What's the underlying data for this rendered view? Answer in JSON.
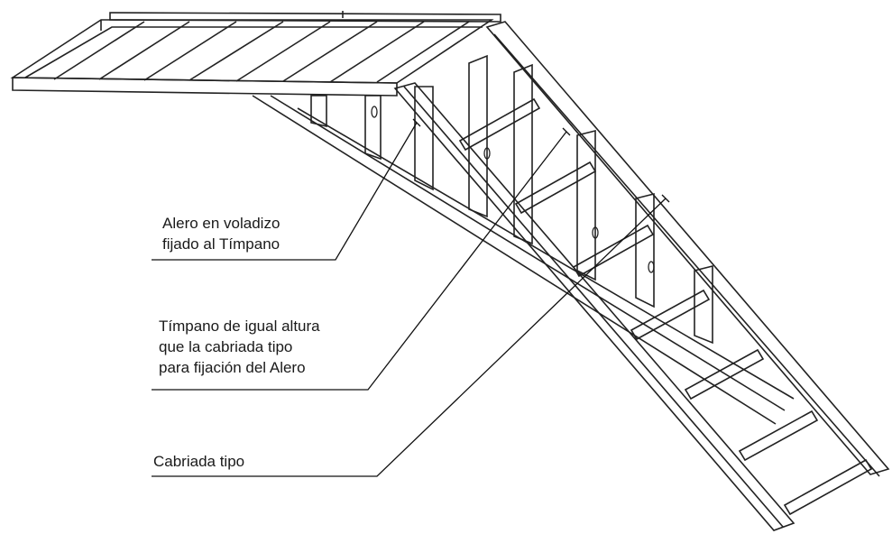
{
  "labels": {
    "alero": [
      "Alero en voladizo",
      "fijado al Tímpano"
    ],
    "timpano": [
      "Tímpano de igual altura",
      "que la cabriada tipo",
      "para fijación del Alero"
    ],
    "cabriada": [
      "Cabriada tipo"
    ]
  },
  "colors": {
    "line": "#222222",
    "background": "#ffffff"
  }
}
